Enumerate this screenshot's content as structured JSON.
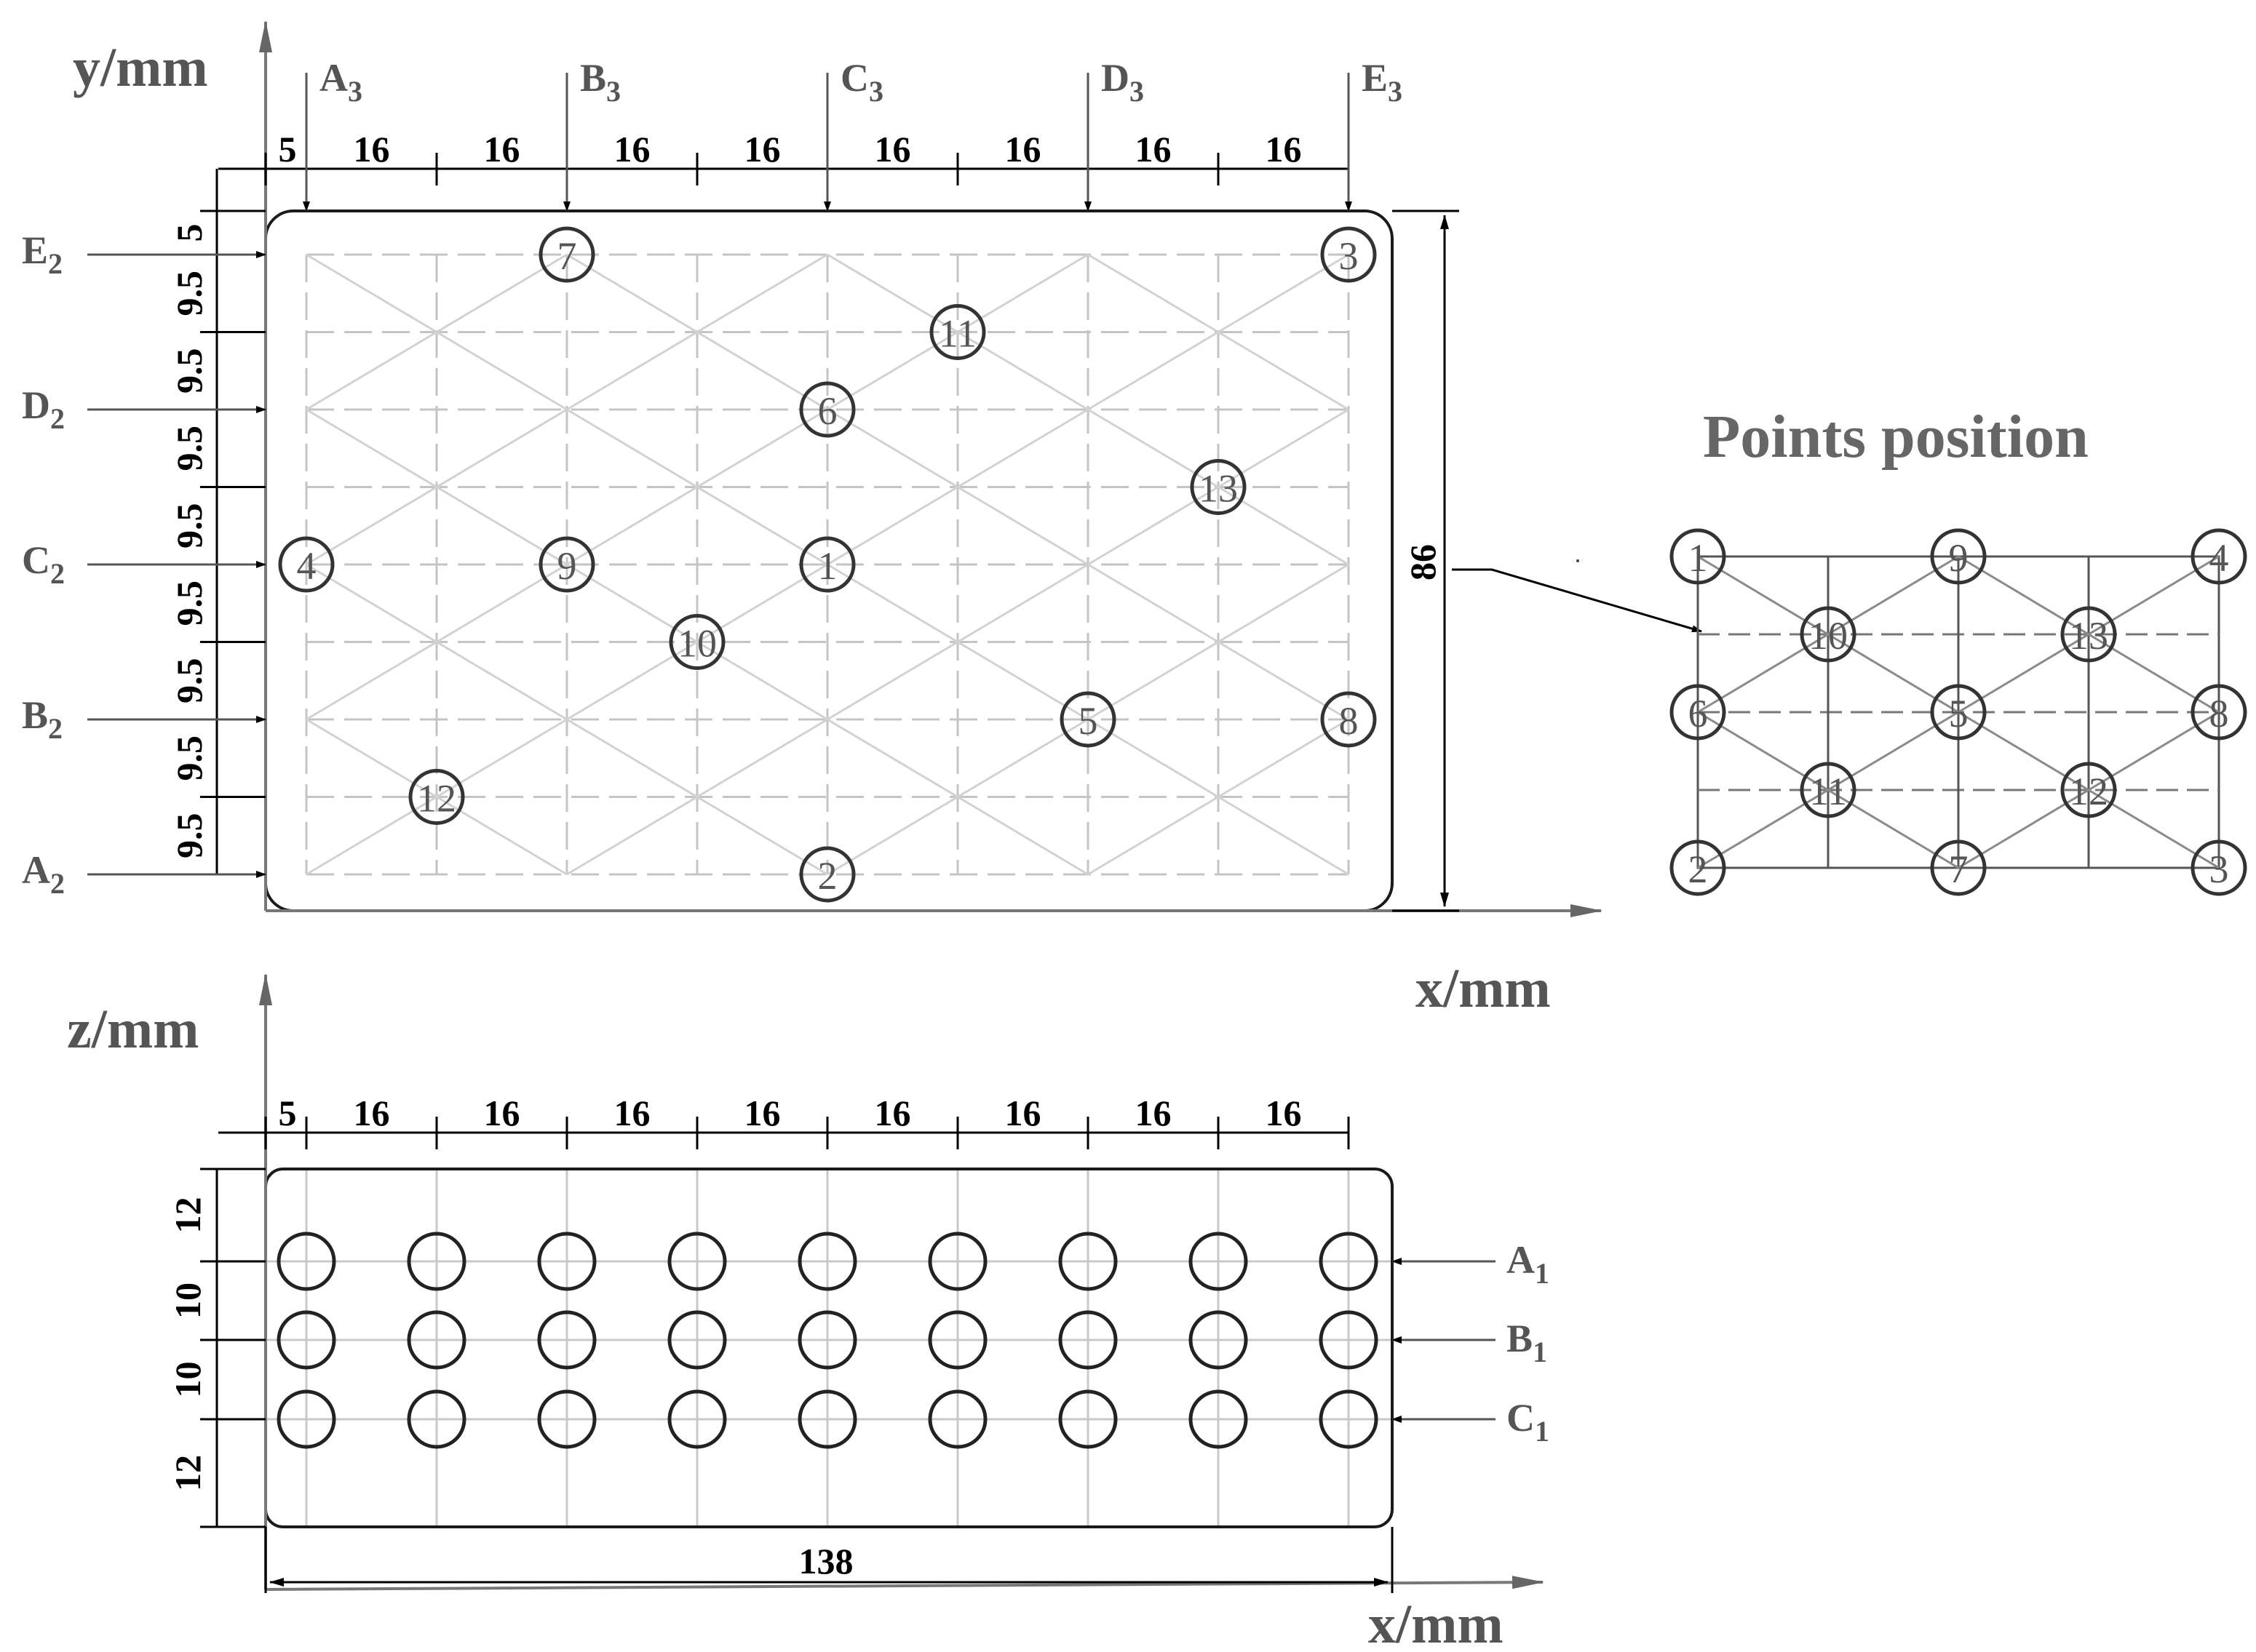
{
  "top_view": {
    "y_axis_label": "y/mm",
    "x_axis_label": "x/mm",
    "height_dim": "86",
    "x_spacings": [
      "5",
      "16",
      "16",
      "16",
      "16",
      "16",
      "16",
      "16",
      "16"
    ],
    "y_spacings": [
      "5",
      "9.5",
      "9.5",
      "9.5",
      "9.5",
      "9.5",
      "9.5",
      "9.5",
      "9.5"
    ],
    "section_labels_x": [
      {
        "letter": "A",
        "sub": "3"
      },
      {
        "letter": "B",
        "sub": "3"
      },
      {
        "letter": "C",
        "sub": "3"
      },
      {
        "letter": "D",
        "sub": "3"
      },
      {
        "letter": "E",
        "sub": "3"
      }
    ],
    "section_labels_y": [
      {
        "letter": "E",
        "sub": "2"
      },
      {
        "letter": "D",
        "sub": "2"
      },
      {
        "letter": "C",
        "sub": "2"
      },
      {
        "letter": "B",
        "sub": "2"
      },
      {
        "letter": "A",
        "sub": "2"
      }
    ],
    "points": [
      {
        "label": "1",
        "col": 4,
        "row": 4
      },
      {
        "label": "2",
        "col": 4,
        "row": 8
      },
      {
        "label": "3",
        "col": 8,
        "row": 0
      },
      {
        "label": "4",
        "col": 0,
        "row": 4
      },
      {
        "label": "5",
        "col": 6,
        "row": 6
      },
      {
        "label": "6",
        "col": 4,
        "row": 2
      },
      {
        "label": "7",
        "col": 2,
        "row": 0
      },
      {
        "label": "8",
        "col": 8,
        "row": 6
      },
      {
        "label": "9",
        "col": 2,
        "row": 4
      },
      {
        "label": "10",
        "col": 3,
        "row": 5
      },
      {
        "label": "11",
        "col": 5,
        "row": 1
      },
      {
        "label": "12",
        "col": 1,
        "row": 7
      },
      {
        "label": "13",
        "col": 7,
        "row": 3
      }
    ]
  },
  "inset": {
    "title": "Points position",
    "points": [
      {
        "label": "1",
        "col": 0,
        "row": 0
      },
      {
        "label": "9",
        "col": 2,
        "row": 0
      },
      {
        "label": "4",
        "col": 4,
        "row": 0
      },
      {
        "label": "10",
        "col": 1,
        "row": 1
      },
      {
        "label": "13",
        "col": 3,
        "row": 1
      },
      {
        "label": "6",
        "col": 0,
        "row": 2
      },
      {
        "label": "5",
        "col": 2,
        "row": 2
      },
      {
        "label": "8",
        "col": 4,
        "row": 2
      },
      {
        "label": "11",
        "col": 1,
        "row": 3
      },
      {
        "label": "12",
        "col": 3,
        "row": 3
      },
      {
        "label": "2",
        "col": 0,
        "row": 4
      },
      {
        "label": "7",
        "col": 2,
        "row": 4
      },
      {
        "label": "3",
        "col": 4,
        "row": 4
      }
    ]
  },
  "side_view": {
    "z_axis_label": "z/mm",
    "x_axis_label": "x/mm",
    "width_dim": "138",
    "x_spacings": [
      "5",
      "16",
      "16",
      "16",
      "16",
      "16",
      "16",
      "16",
      "16"
    ],
    "z_spacings": [
      "12",
      "10",
      "10",
      "12"
    ],
    "row_labels": [
      {
        "letter": "A",
        "sub": "1"
      },
      {
        "letter": "B",
        "sub": "1"
      },
      {
        "letter": "C",
        "sub": "1"
      }
    ]
  }
}
